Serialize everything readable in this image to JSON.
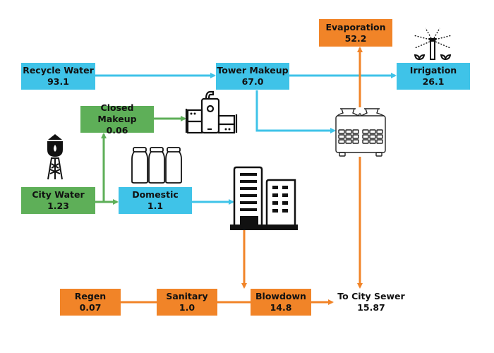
{
  "colors": {
    "blue": "#3fc3e8",
    "green": "#5eaf58",
    "orange": "#f18428",
    "icon": "#111111"
  },
  "nodes": {
    "recycle_water": {
      "label": "Recycle Water",
      "value": "93.1"
    },
    "tower_makeup": {
      "label": "Tower Makeup",
      "value": "67.0"
    },
    "evaporation": {
      "label": "Evaporation",
      "value": "52.2"
    },
    "irrigation": {
      "label": "Irrigation",
      "value": "26.1"
    },
    "closed_makeup": {
      "label": "Closed Makeup",
      "value": "0.06"
    },
    "city_water": {
      "label": "City Water",
      "value": "1.23"
    },
    "domestic": {
      "label": "Domestic",
      "value": "1.1"
    },
    "regen": {
      "label": "Regen",
      "value": "0.07"
    },
    "sanitary": {
      "label": "Sanitary",
      "value": "1.0"
    },
    "blowdown": {
      "label": "Blowdown",
      "value": "14.8"
    },
    "to_city_sewer": {
      "label": "To City Sewer",
      "value": "15.87"
    }
  },
  "icons": [
    "water-tower-icon",
    "closed-loop-machine-icon",
    "water-jugs-icon",
    "building-icon",
    "cooling-tower-icon",
    "sprinkler-icon"
  ]
}
